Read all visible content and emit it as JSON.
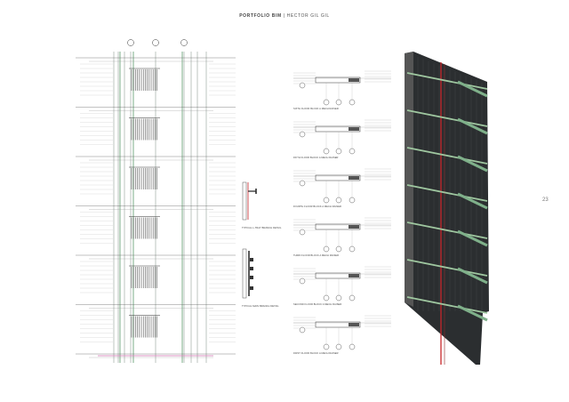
{
  "header": {
    "title_bold": "PORTFOLIO BIM",
    "separator": " | ",
    "author": "HECTOR GIL GIL"
  },
  "page_number": "23",
  "details": [
    {
      "caption": "TYPICAL L-TRAY BRANCH DETAIL"
    },
    {
      "caption": "TYPICAL MAIN BRANCH DETAIL"
    }
  ],
  "sections": [
    {
      "caption": "SIXTH FLOOR BLOCK A MECH RAISER"
    },
    {
      "caption": "FIFTH FLOOR BLOCK A MECH RAISER"
    },
    {
      "caption": "FOURTH FLOOR BLOCK A MECH RAISER"
    },
    {
      "caption": "THIRD FLOOR BLOCK A MECH RAISER"
    },
    {
      "caption": "SECOND FLOOR BLOCK A MECH RAISER"
    },
    {
      "caption": "FIRST FLOOR BLOCK A MECH RAISER"
    }
  ],
  "colors": {
    "pipe_red": "#c8262a",
    "pipe_green": "#5a9a6a",
    "model_dark": "#2b2e30",
    "bracket": "#9fc7a0"
  }
}
